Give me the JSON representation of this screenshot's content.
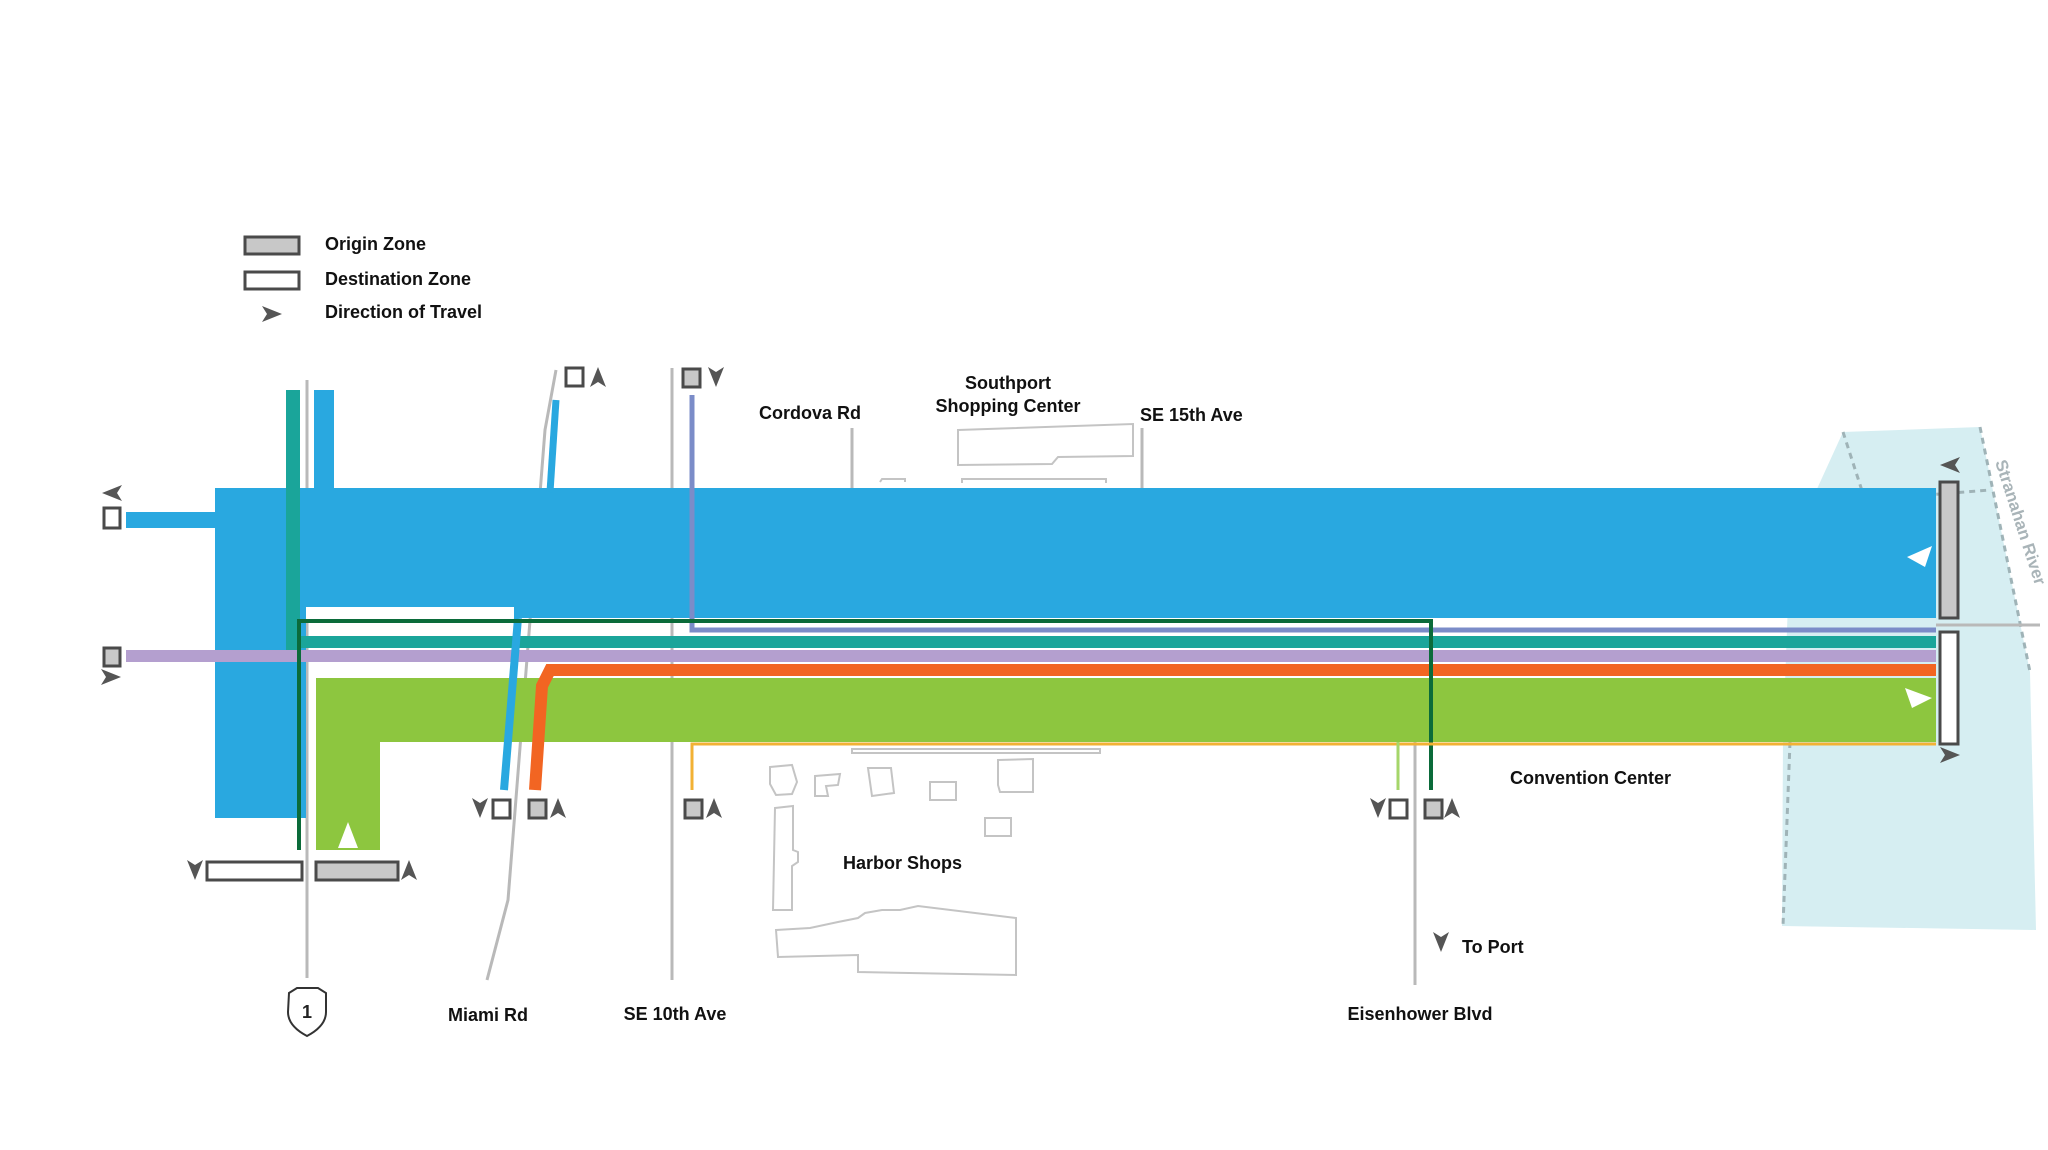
{
  "legend": {
    "origin_zone": "Origin Zone",
    "destination_zone": "Destination Zone",
    "direction_of_travel": "Direction of Travel"
  },
  "labels": {
    "cordova_rd": "Cordova Rd",
    "southport_line1": "Southport",
    "southport_line2": "Shopping Center",
    "se_15th_ave": "SE 15th Ave",
    "stranahan_river": "Stranahan River",
    "convention_center": "Convention Center",
    "harbor_shops": "Harbor Shops",
    "to_port": "To Port",
    "miami_rd": "Miami Rd",
    "se_10th_ave": "SE 10th Ave",
    "eisenhower_blvd": "Eisenhower Blvd",
    "us1_shield": "1"
  },
  "colors": {
    "blue": "#29a8e0",
    "teal": "#1aa59a",
    "lavender": "#b49fcf",
    "orange": "#f26522",
    "green": "#8dc63f",
    "dark_green": "#0b6b3a",
    "periwinkle": "#7b8cc8",
    "yellow": "#f2b134",
    "light_green": "#a5d66a",
    "water": "#d6eef2",
    "road": "#b9b9b9",
    "zone_fill": "#c8c8c8",
    "zone_stroke": "#4a4a4a"
  },
  "icons": {
    "origin": "origin-zone-icon",
    "destination": "destination-zone-icon",
    "direction": "direction-arrow-icon",
    "shield": "us1-shield-icon"
  }
}
